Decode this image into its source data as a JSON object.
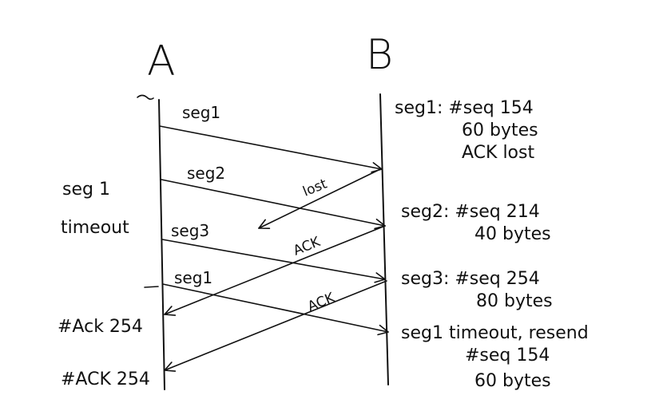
{
  "hosts": {
    "a_label": "A",
    "b_label": "B"
  },
  "sender_segments": {
    "seg1": "seg1",
    "seg2": "seg2",
    "seg3": "seg3",
    "seg1_resend": "seg1"
  },
  "arrow_labels": {
    "lost": "lost",
    "ack1": "ACK",
    "ack2": "ACK"
  },
  "left_notes": {
    "timeout_line1": "seg 1",
    "timeout_line2": "timeout",
    "ack_first": "#Ack 254",
    "ack_second": "#ACK 254"
  },
  "receiver_notes": {
    "seg1_line1": "seg1: #seq 154",
    "seg1_line2": "60 bytes",
    "seg1_line3": "ACK lost",
    "seg2_line1": "seg2: #seq 214",
    "seg2_line2": "40 bytes",
    "seg3_line1": "seg3: #seq 254",
    "seg3_line2": "80 bytes",
    "seg1r_line1": "seg1 timeout, resend",
    "seg1r_line2": "#seq 154",
    "seg1r_line3": "60 bytes"
  },
  "colors": {
    "ink": "#111111",
    "background": "#ffffff"
  }
}
